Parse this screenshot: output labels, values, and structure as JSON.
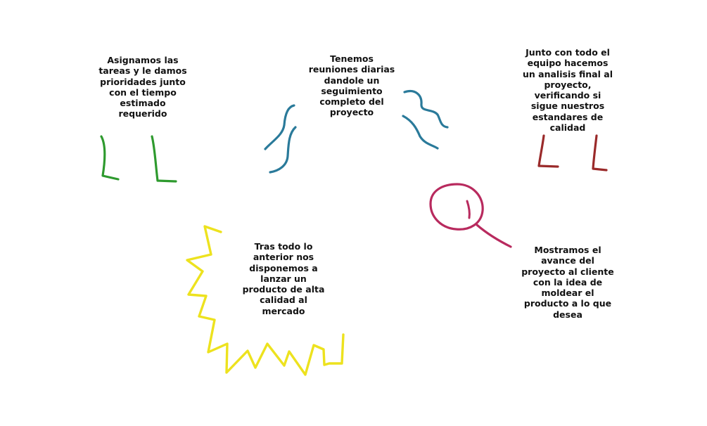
{
  "notes": {
    "assign": "Asignamos las\ntareas y le damos\nprioridades junto\ncon el tiempo\nestimado\nrequerido",
    "meetings": "Tenemos\nreuniones diarias\ndandole un\nseguimiento\ncompleto del\nproyecto",
    "analysis": "Junto con todo el\nequipo hacemos\nun analisis final al\nproyecto,\nverificando si\nsigue nuestros\nestandares de\ncalidad",
    "showcase": "Mostramos el\navance del\nproyecto al cliente\ncon la idea de\nmoldear el\nproducto a lo que\ndesea",
    "launch": "Tras todo lo\nanterior nos\ndisponemos a\nlanzar un\nproducto de alta\ncalidad al\nmercado"
  },
  "colors": {
    "green": "#2e9a2e",
    "teal": "#2a7a9a",
    "maroon": "#9a2a2a",
    "magenta": "#b82a5e",
    "yellow": "#ede21e"
  },
  "doodles": [
    "green-l-marks",
    "teal-wave-strokes",
    "maroon-l-marks",
    "magenta-magnifier",
    "yellow-zigzag"
  ]
}
